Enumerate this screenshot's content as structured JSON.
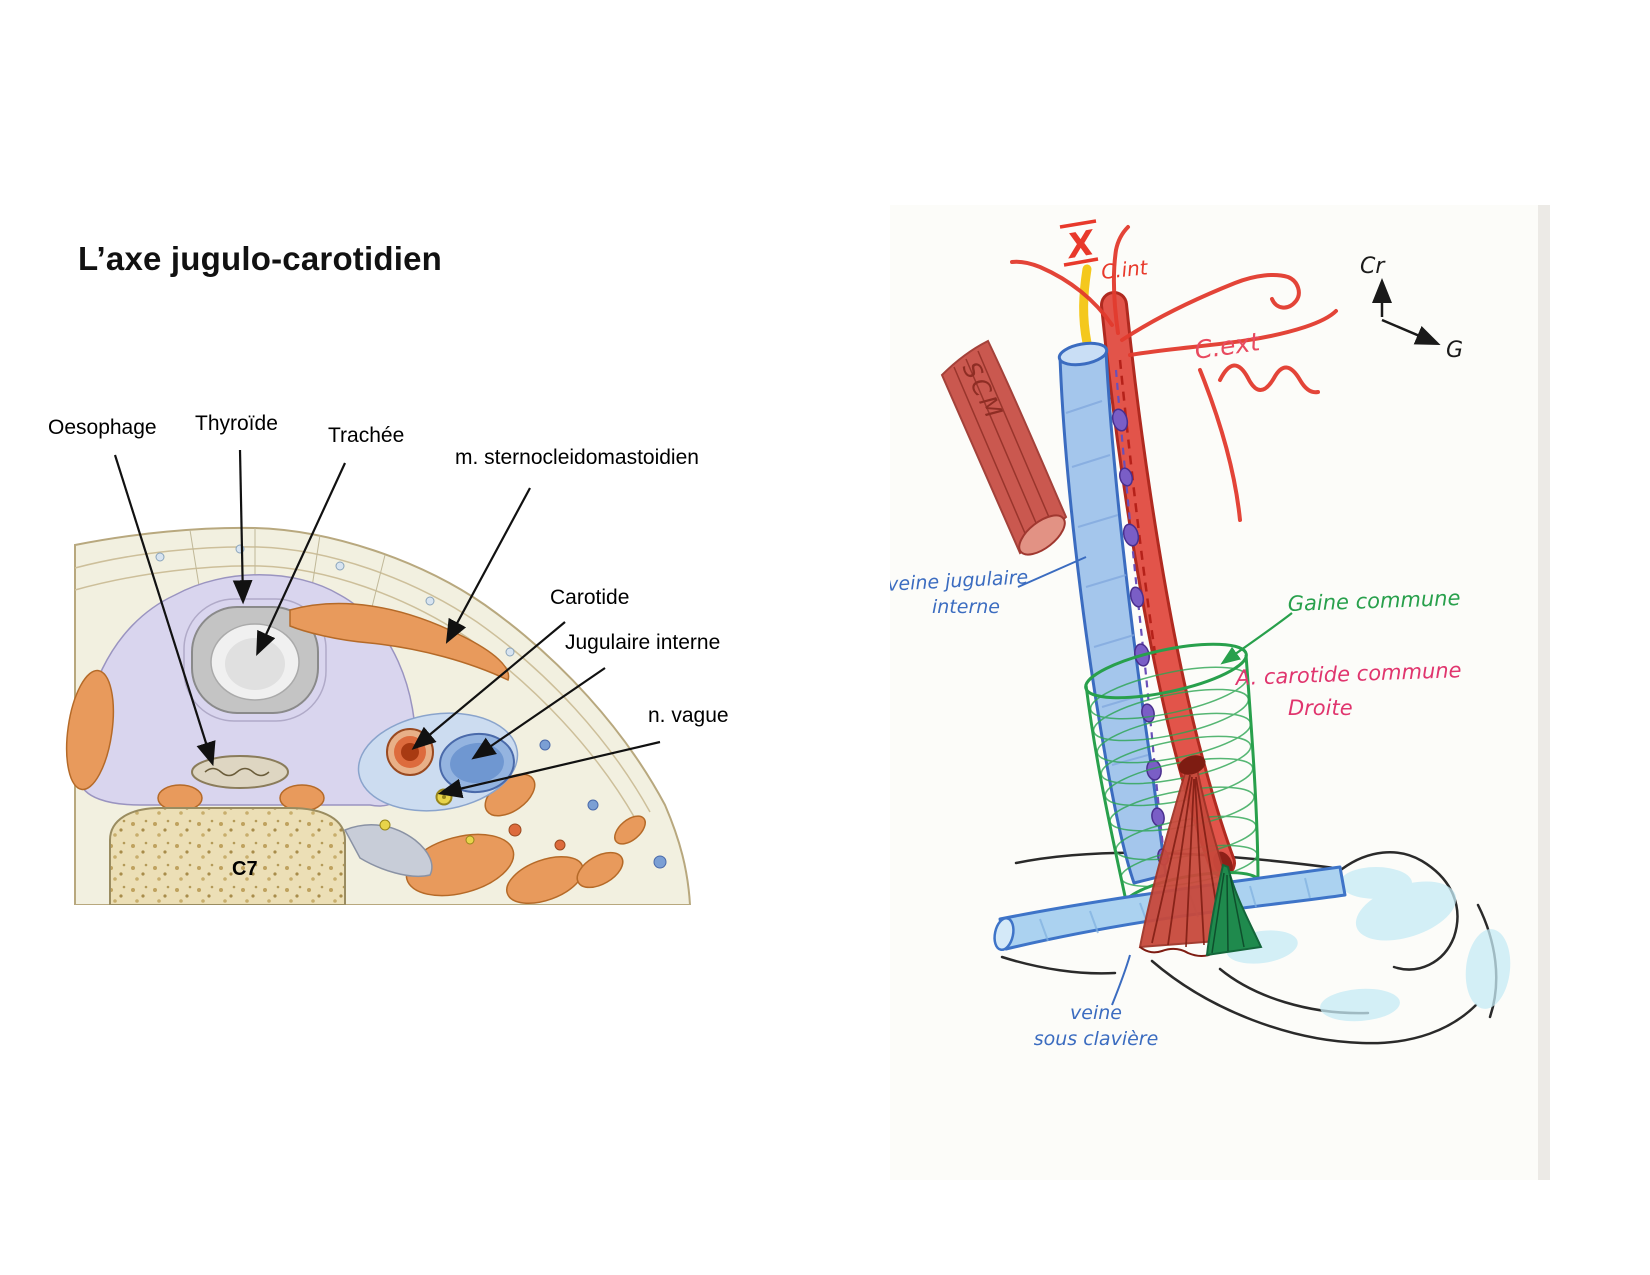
{
  "slide": {
    "title": "L’axe jugulo-carotidien"
  },
  "cross_section": {
    "labels": {
      "oesophage": "Oesophage",
      "thyroide": "Thyroïde",
      "trachee": "Trachée",
      "sternocleidomastoidien": "m. sternocleidomastoidien",
      "carotide": "Carotide",
      "jugulaire_interne": "Jugulaire interne",
      "n_vague": "n. vague",
      "vertebra": "C7"
    }
  },
  "sketch": {
    "labels": {
      "nerve_x": "X",
      "c_int": "C.int",
      "c_ext": "C.ext",
      "scm": "SCM",
      "jugulaire_line1": "veine jugulaire",
      "jugulaire_line2": "interne",
      "gaine": "Gaine commune",
      "carotide_line1": "A. carotide commune",
      "carotide_line2": "Droite",
      "sousclaviere_line1": "veine",
      "sousclaviere_line2": "sous clavière",
      "cranial": "Cr",
      "gauche": "G"
    },
    "colors": {
      "vein_blue": "#3b6cc0",
      "artery_red": "#e2544a",
      "gaine_green": "#28a04c",
      "label_magenta": "#e0356e",
      "nerve_yellow": "#f4c81d",
      "muscle_red": "#c85046"
    }
  }
}
